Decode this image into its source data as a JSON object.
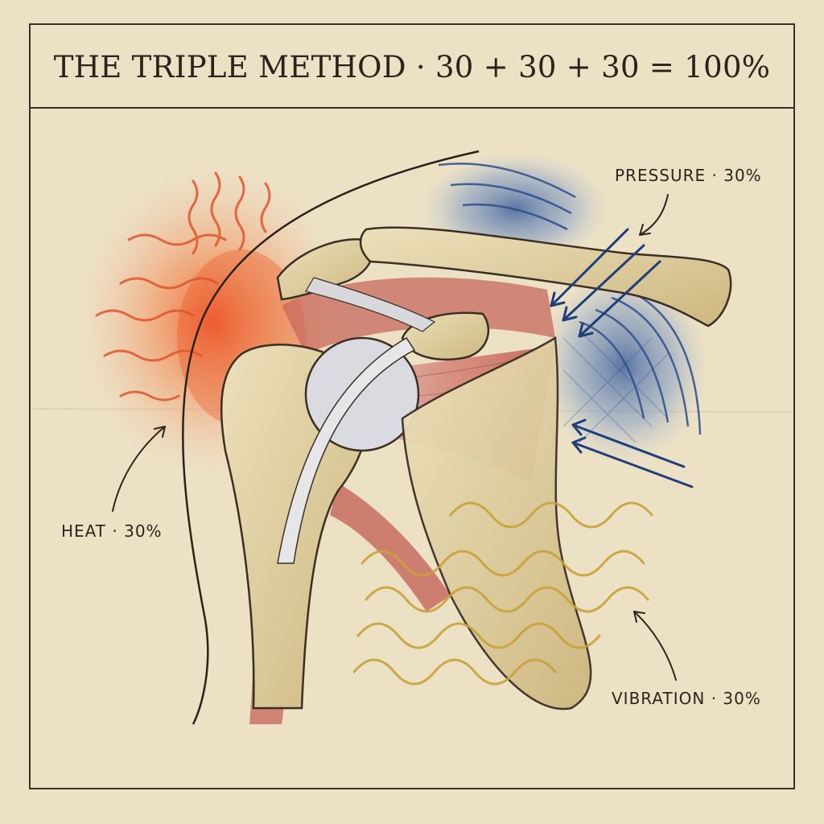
{
  "title": "THE TRIPLE METHOD · 30 + 30 + 30 = 100%",
  "labels": {
    "pressure": "PRESSURE · 30%",
    "heat": "HEAT · 30%",
    "vibration": "VIBRATION · 30%"
  },
  "colors": {
    "paper": "#efe4cd",
    "ink": "#2b2219",
    "heat": "#e8572a",
    "pressure": "#2a4f8c",
    "vibration": "#c9a23a",
    "bone": "#e3d3a8",
    "muscle": "#c7665a"
  }
}
